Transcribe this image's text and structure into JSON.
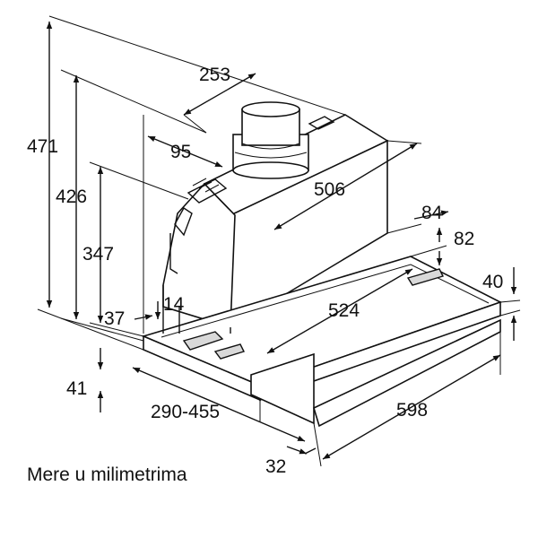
{
  "dimensions": {
    "d253": "253",
    "d95": "95",
    "d506": "506",
    "d471": "471",
    "d426": "426",
    "d347": "347",
    "d84": "84",
    "d82": "82",
    "d40": "40",
    "d14": "14",
    "d37": "37",
    "d524": "524",
    "d41": "41",
    "d290_455": "290-455",
    "d598": "598",
    "d32": "32"
  },
  "caption": "Mere u milimetrima"
}
